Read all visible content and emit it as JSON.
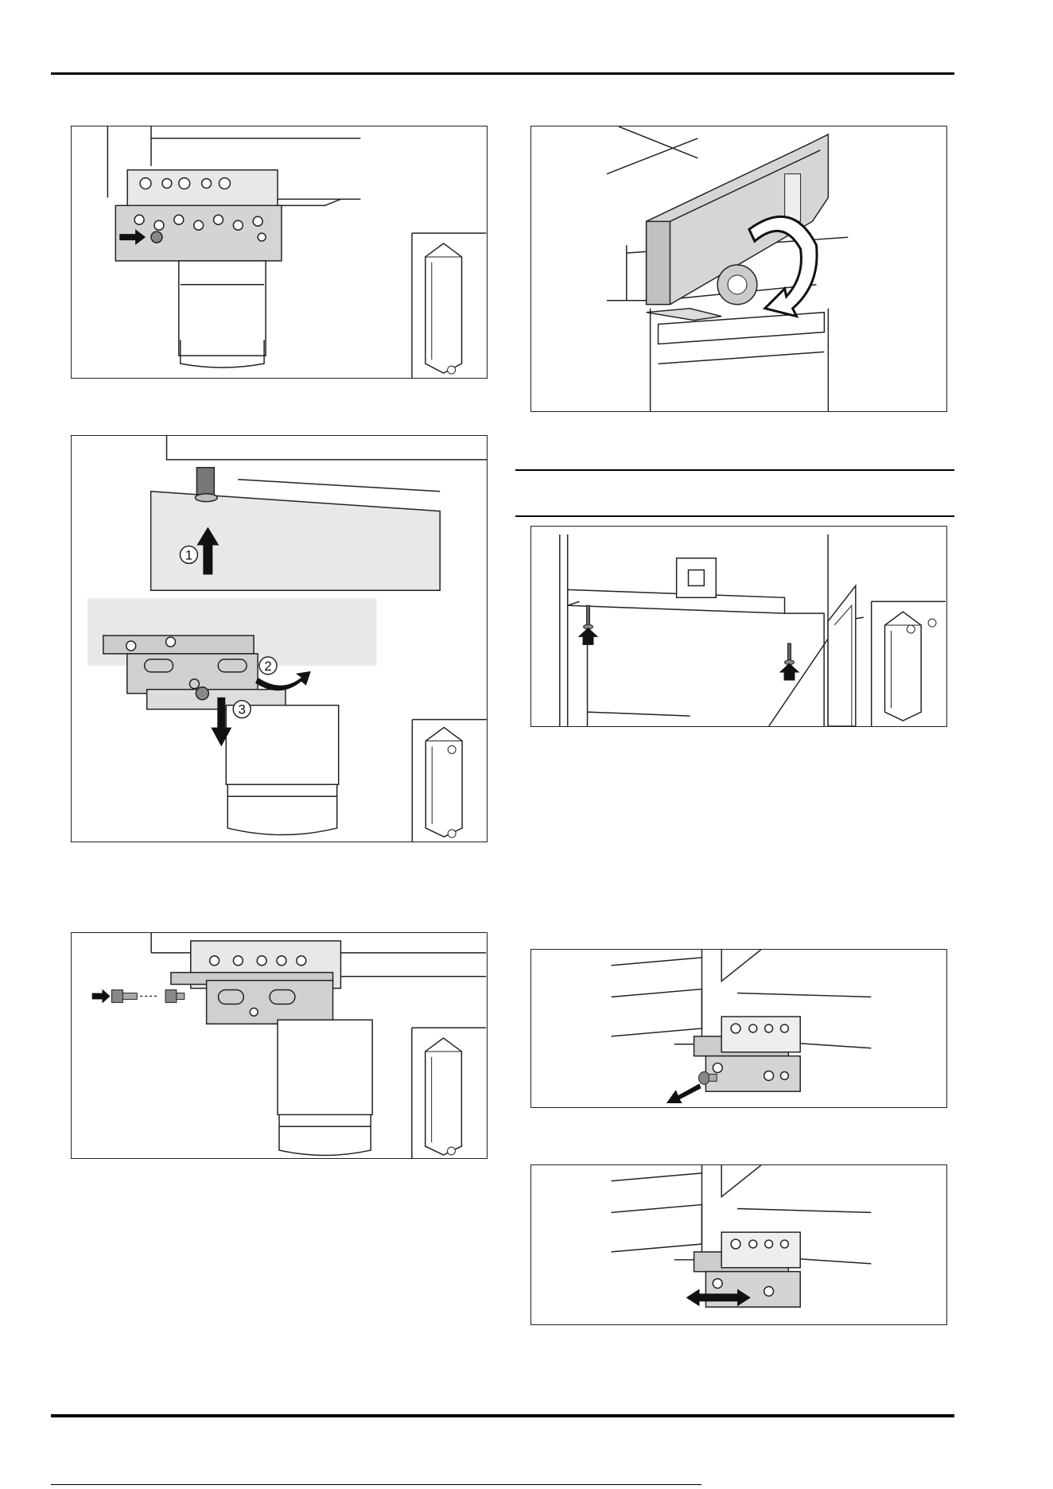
{
  "colors": {
    "line": "#222222",
    "panel": "#e8e8e8",
    "metal": "#c8c8c8",
    "dark": "#1a1a1a"
  },
  "figures": [
    {
      "id": "fig-a",
      "icons": [
        "screw-icon",
        "arrow-right-icon",
        "cabinet-thumbnail-icon"
      ]
    },
    {
      "id": "fig-b",
      "callouts": [
        "1",
        "2",
        "3"
      ],
      "icons": [
        "arrow-up-icon",
        "arrow-down-icon",
        "rotate-arrow-icon",
        "cabinet-thumbnail-icon"
      ]
    },
    {
      "id": "fig-c",
      "icons": [
        "screw-icon",
        "arrow-right-icon",
        "cabinet-thumbnail-icon"
      ]
    },
    {
      "id": "fig-d",
      "icons": [
        "curved-arrow-icon"
      ]
    },
    {
      "id": "fig-e",
      "icons": [
        "screw-icon",
        "arrow-up-icon",
        "cabinet-thumbnail-icon"
      ]
    },
    {
      "id": "fig-f",
      "icons": [
        "screw-icon",
        "arrow-diagonal-icon"
      ]
    },
    {
      "id": "fig-g",
      "icons": [
        "double-arrow-icon"
      ]
    }
  ]
}
